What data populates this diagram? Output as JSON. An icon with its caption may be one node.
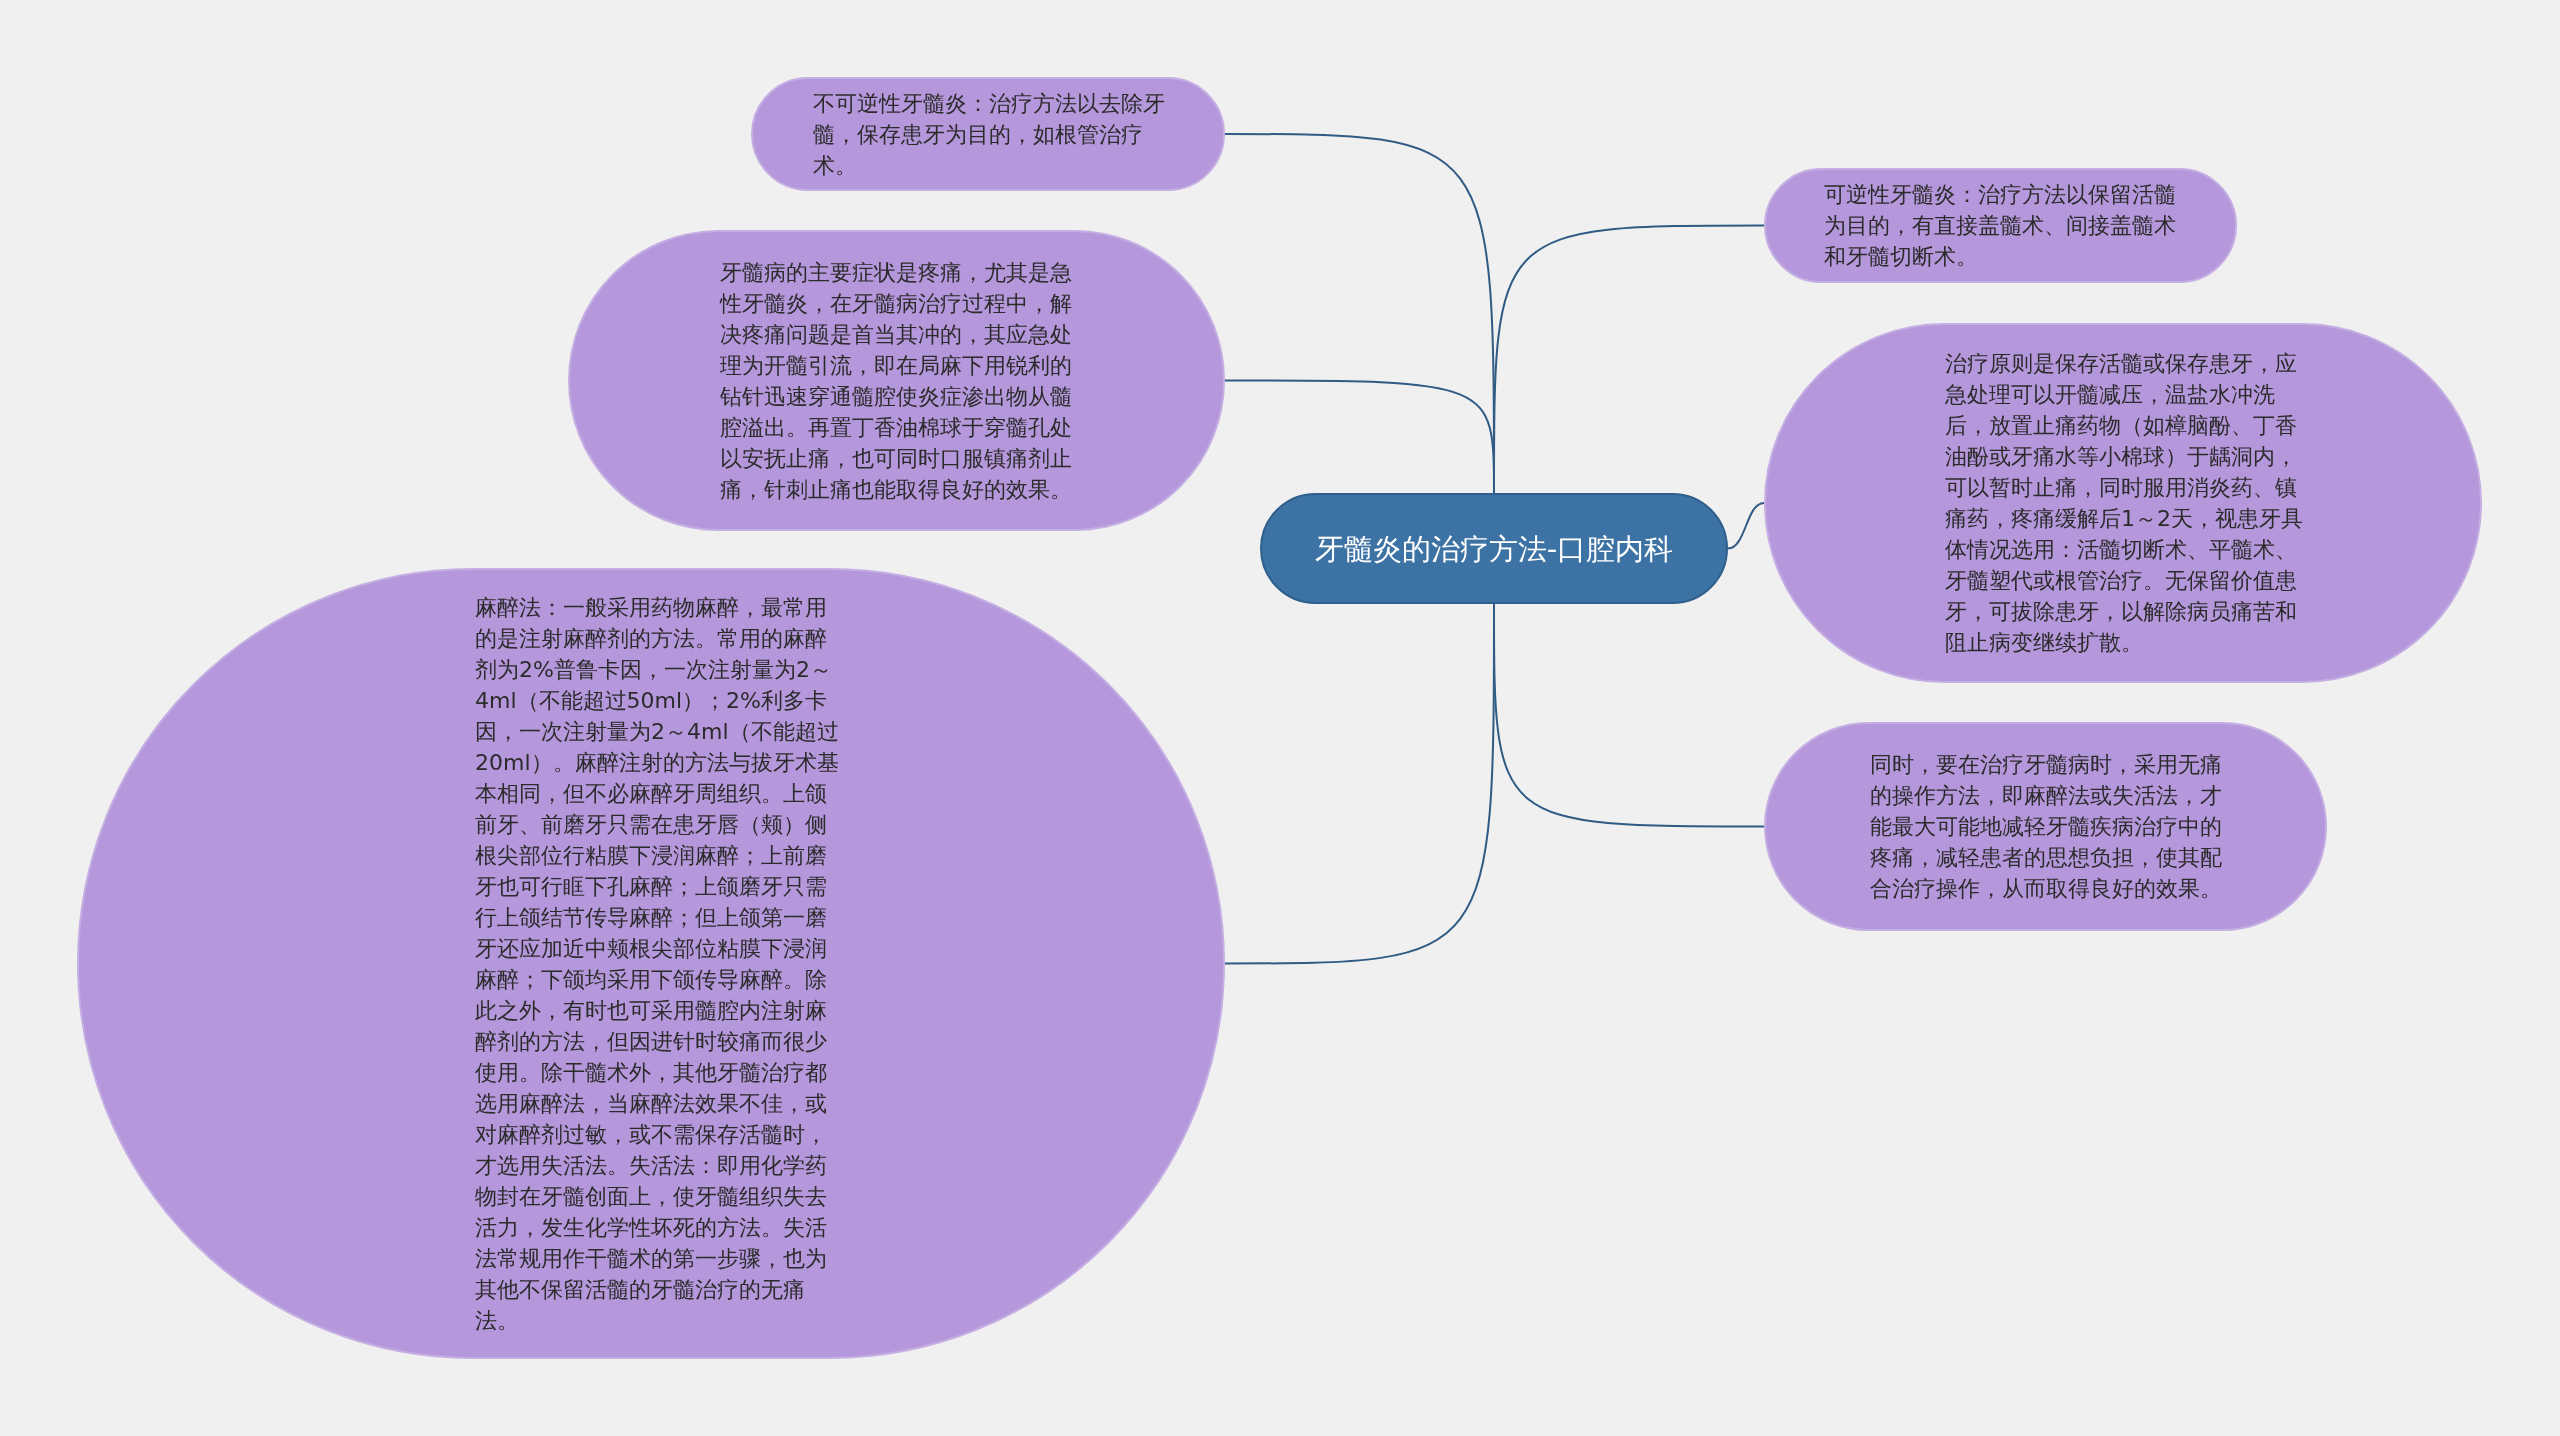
{
  "diagram": {
    "nodes": [
      {
        "text": [
          "牙髓炎的治疗方法-口腔内科"
        ]
      },
      {
        "text": [
          "不可逆性牙髓炎：治疗方法以去除牙髓，保存患牙为目的，如根管治疗术。"
        ]
      },
      {
        "text": [
          "牙髓病的主要症状是疼痛，尤其是急性牙髓炎，在牙髓病治疗过程中，解决疼痛问题是首当其冲的，其应急处理为开髓引流，即在局麻下用锐利的钻针迅速穿通髓腔使炎症渗出物从髓腔溢出。再置丁香油棉球于穿髓孔处以安抚止痛，也可同时口服镇痛剂止痛，针刺止痛也能取得良好的效果。"
        ]
      },
      {
        "text": [
          "麻醉法：一般采用药物麻醉，最常用的是注射麻醉剂的方法。常用的麻醉剂为2%普鲁卡因，一次注射量为2～4ml（不能超过50ml）；2%利多卡因，一次注射量为2～4ml（不能超过20ml）。麻醉注射的方法与拔牙术基本相同，但不必麻醉牙周组织。上颌前牙、前磨牙只需在患牙唇（颊）侧根尖部位行粘膜下浸润麻醉；上前磨牙也可行眶下孔麻醉；上颌磨牙只需行上颌结节传导麻醉；但上颌第一磨牙还应加近中颊根尖部位粘膜下浸润麻醉；下颌均采用下颌传导麻醉。除此之外，有时也可采用髓腔内注射麻醉剂的方法，但因进针时较痛而很少使用。除干髓术外，其他牙髓治疗都选用麻醉法，当麻醉法效果不佳，或对麻醉剂过敏，或不需保存活髓时，才选用失活法。失活法：即用化学药物封在牙髓创面上，使牙髓组织失去活力，发生化学性坏死的方法。失活法常规用作干髓术的第一步骤，也为其他不保留活髓的牙髓治疗的无痛法。"
        ]
      },
      {
        "text": [
          "可逆性牙髓炎：治疗方法以保留活髓为目的，有直接盖髓术、间接盖髓术和牙髓切断术。"
        ]
      },
      {
        "text": [
          "治疗原则是保存活髓或保存患牙，应急处理可以开髓减压，温盐水冲洗后，放置止痛药物（如樟脑酚、丁香油酚或牙痛水等小棉球）于龋洞内，可以暂时止痛，同时服用消炎药、镇痛药，疼痛缓解后1～2天，视患牙具体情况选用：活髓切断术、平髓术、牙髓塑代或根管治疗。无保留价值患牙，可拔除患牙，以解除病员痛苦和阻止病变继续扩散。"
        ]
      },
      {
        "text": [
          "同时，要在治疗牙髓病时，采用无痛的操作方法，即麻醉法或失活法，才能最大可能地减轻牙髓疾病治疗中的疼痛，减轻患者的思想负担，使其配合治疗操作，从而取得良好的效果。"
        ]
      }
    ],
    "edges": [
      {
        "from": 0,
        "to": 1,
        "arrow": "none"
      },
      {
        "from": 0,
        "to": 2,
        "arrow": "none"
      },
      {
        "from": 0,
        "to": 3,
        "arrow": "none"
      },
      {
        "from": 0,
        "to": 4,
        "arrow": "none"
      },
      {
        "from": 0,
        "to": 5,
        "arrow": "none"
      },
      {
        "from": 0,
        "to": 6,
        "arrow": "none"
      }
    ]
  }
}
